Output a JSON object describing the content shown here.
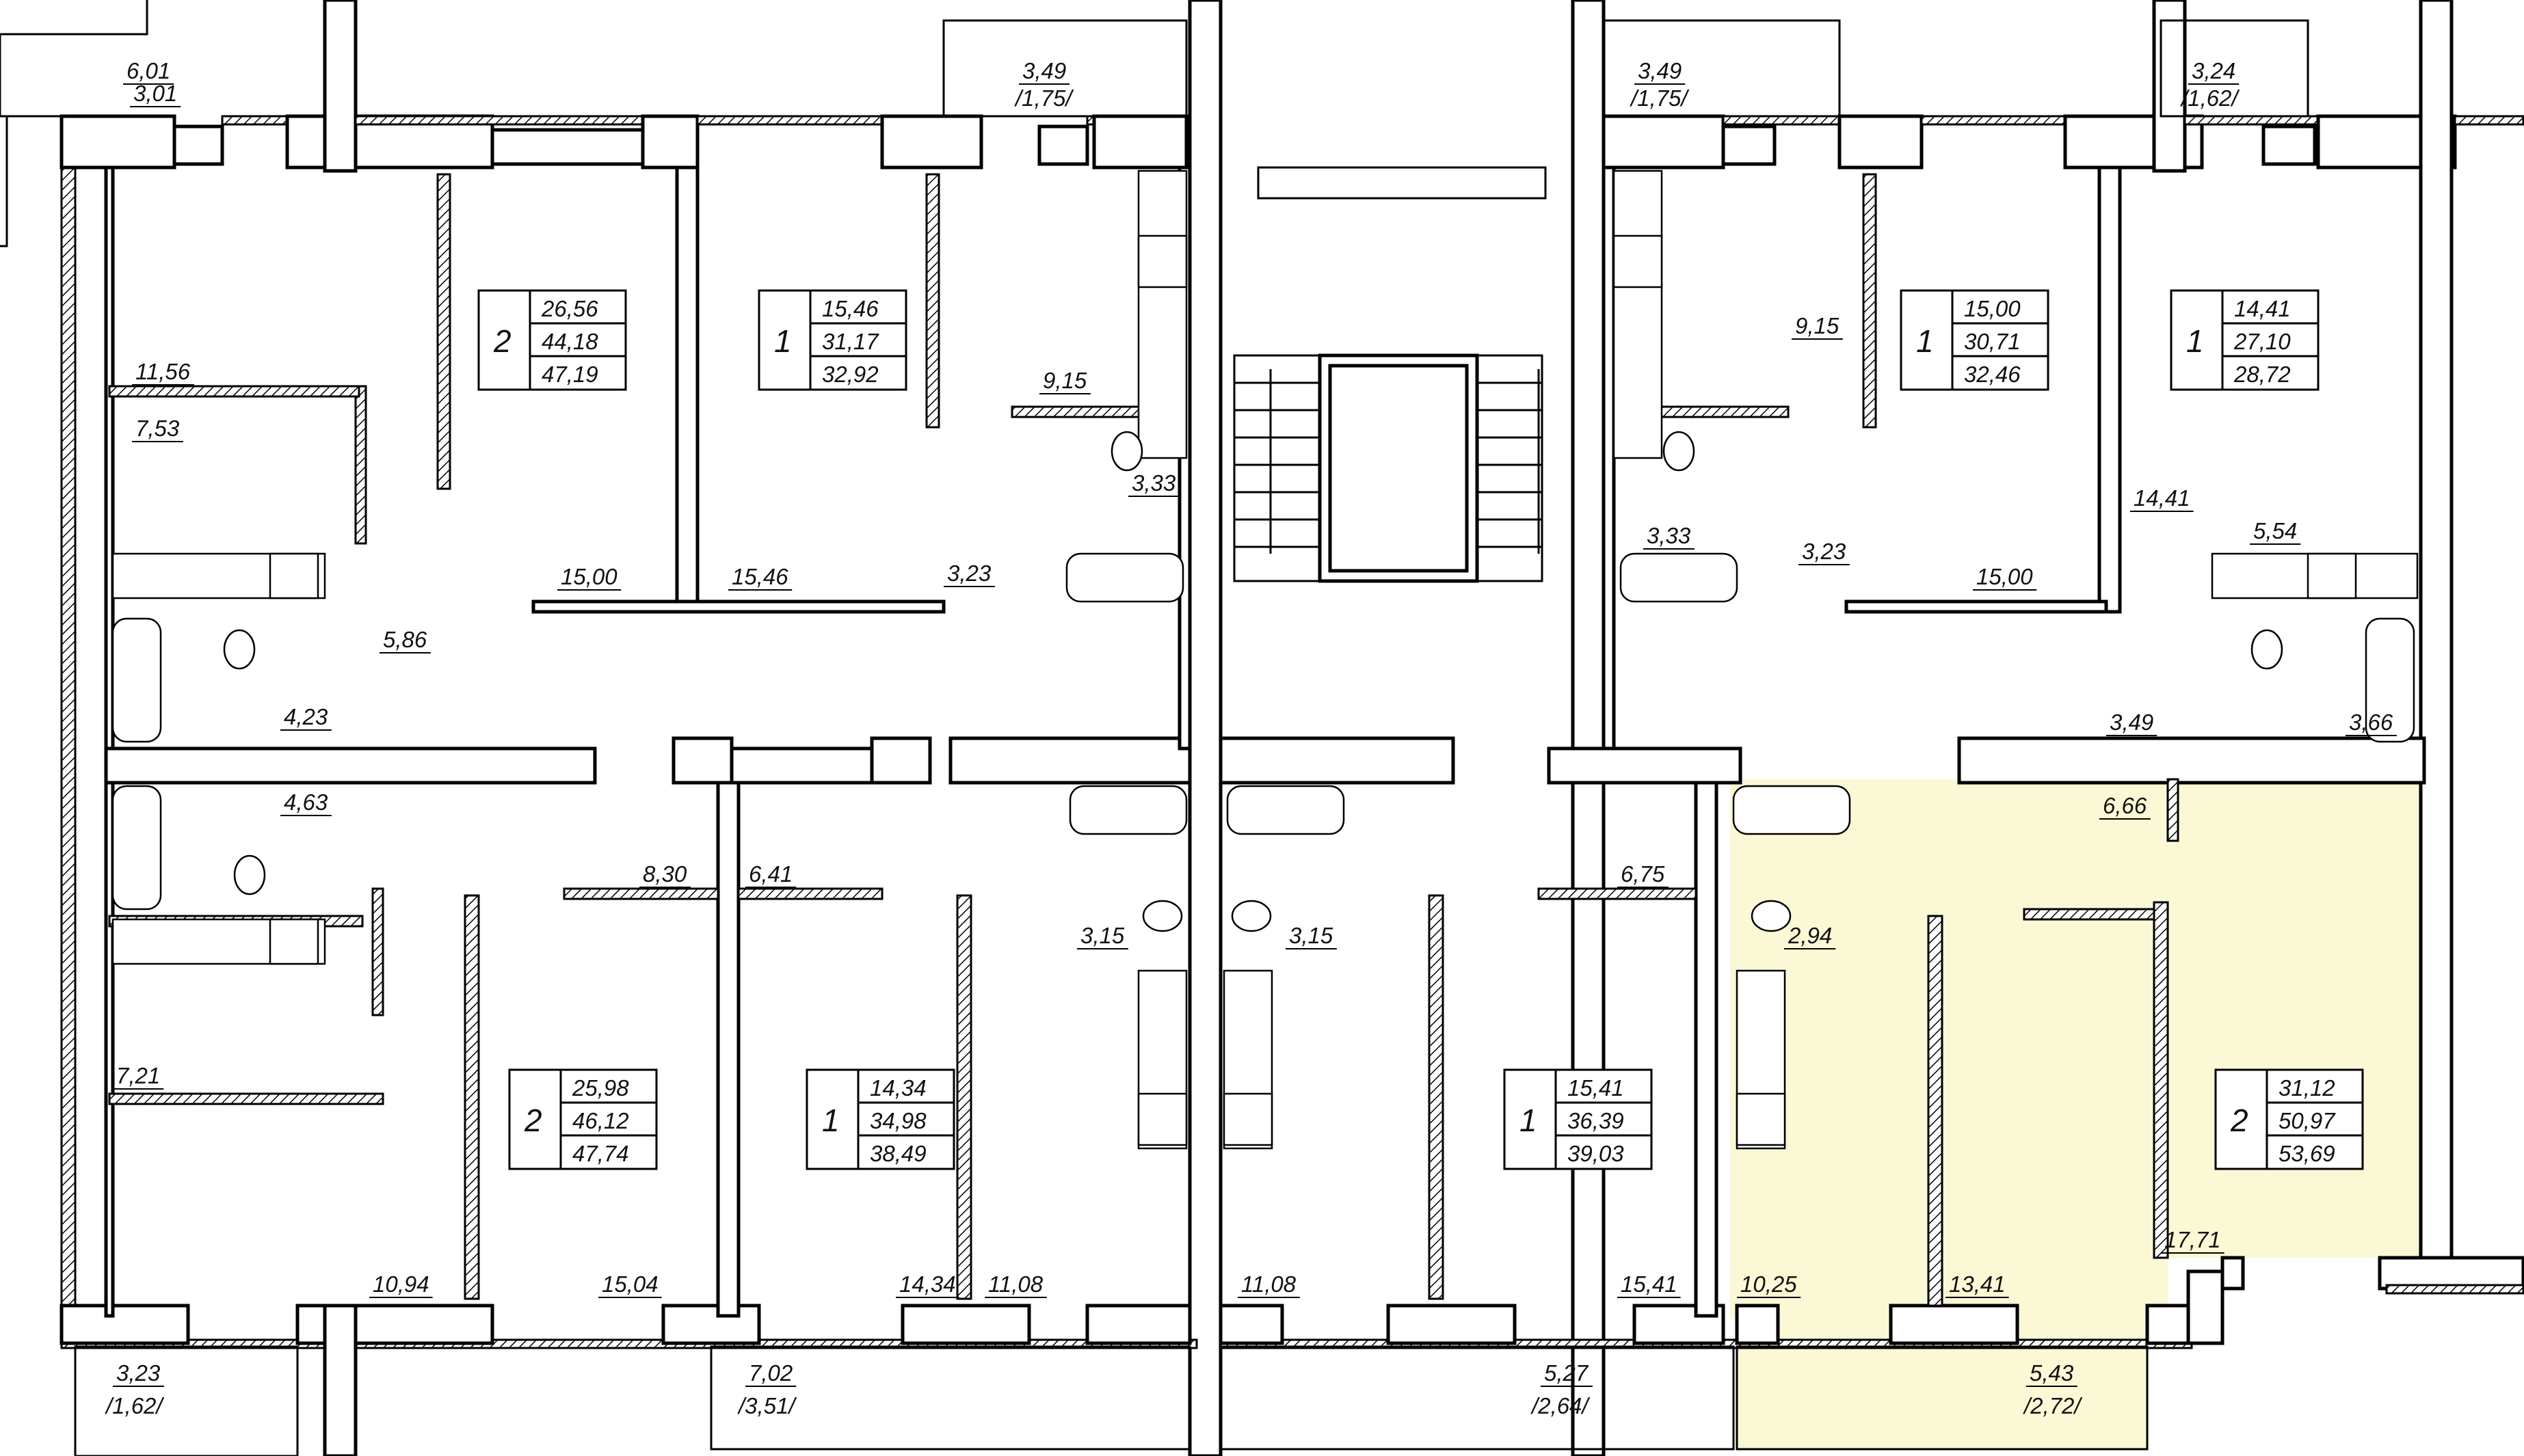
{
  "plan": {
    "highlight_color": "#fbf8d6",
    "apartments": [
      {
        "id": "a1",
        "rooms": "2",
        "living": "26,56",
        "total": "44,18",
        "total_balcony": "47,19"
      },
      {
        "id": "a2",
        "rooms": "1",
        "living": "15,46",
        "total": "31,17",
        "total_balcony": "32,92"
      },
      {
        "id": "a3",
        "rooms": "1",
        "living": "15,00",
        "total": "30,71",
        "total_balcony": "32,46"
      },
      {
        "id": "a4",
        "rooms": "1",
        "living": "14,41",
        "total": "27,10",
        "total_balcony": "28,72"
      },
      {
        "id": "a5",
        "rooms": "2",
        "living": "25,98",
        "total": "46,12",
        "total_balcony": "47,74"
      },
      {
        "id": "a6",
        "rooms": "1",
        "living": "14,34",
        "total": "34,98",
        "total_balcony": "38,49"
      },
      {
        "id": "a7",
        "rooms": "1",
        "living": "15,41",
        "total": "36,39",
        "total_balcony": "39,03"
      },
      {
        "id": "a8",
        "rooms": "2",
        "living": "31,12",
        "total": "50,97",
        "total_balcony": "53,69"
      }
    ],
    "room_areas": [
      "6,01",
      "3,01",
      "3,49",
      "/1,75/",
      "3,49",
      "/1,75/",
      "3,24",
      "/1,62/",
      "11,56",
      "7,53",
      "9,15",
      "3,33",
      "9,15",
      "3,33",
      "14,41",
      "5,54",
      "15,00",
      "15,46",
      "3,23",
      "3,23",
      "15,00",
      "5,86",
      "4,23",
      "3,49",
      "3,66",
      "4,63",
      "8,30",
      "6,41",
      "6,75",
      "6,66",
      "3,15",
      "3,15",
      "2,94",
      "7,21",
      "10,94",
      "15,04",
      "14,34",
      "11,08",
      "11,08",
      "15,41",
      "10,25",
      "13,41",
      "17,71",
      "3,23",
      "/1,62/",
      "7,02",
      "/3,51/",
      "5,27",
      "/2,64/",
      "5,43",
      "/2,72/"
    ]
  }
}
